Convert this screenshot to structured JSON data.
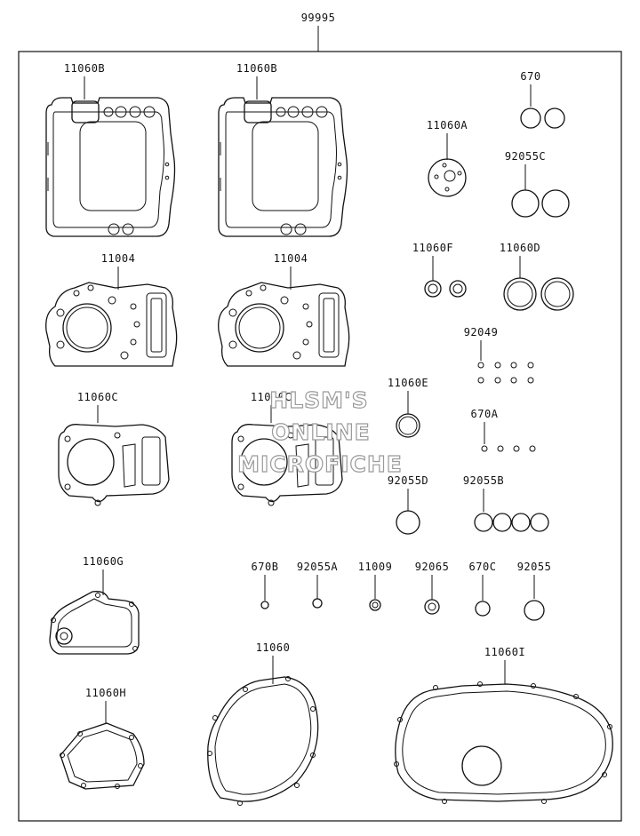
{
  "kit_label": "99995",
  "parts": {
    "p11060B_1": "11060B",
    "p11060B_2": "11060B",
    "p670": "670",
    "p11060A": "11060A",
    "p92055C": "92055C",
    "p11060F": "11060F",
    "p11060D": "11060D",
    "p11004_1": "11004",
    "p11004_2": "11004",
    "p92049": "92049",
    "p11060C_1": "11060C",
    "p11060C_2": "11060C",
    "p11060E": "11060E",
    "p670A": "670A",
    "p92055D": "92055D",
    "p92055B": "92055B",
    "p11060G": "11060G",
    "p670B": "670B",
    "p92055A": "92055A",
    "p11009": "11009",
    "p92065": "92065",
    "p670C": "670C",
    "p92055": "92055",
    "p11060": "11060",
    "p11060I": "11060I",
    "p11060H": "11060H"
  },
  "watermark": {
    "line1": "HLSM'S",
    "line2": "ONLINE",
    "line3": "MICROFICHE"
  }
}
